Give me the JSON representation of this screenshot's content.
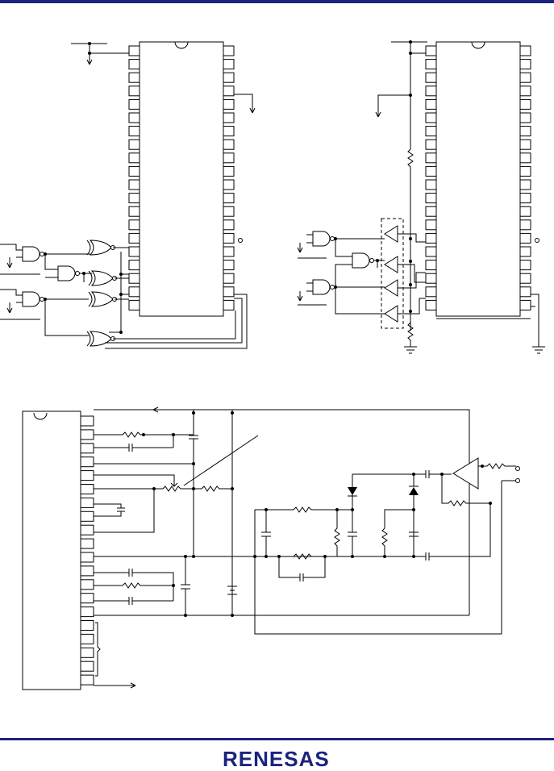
{
  "brand": {
    "logo_text": "RENESAS",
    "bar_color": "#1a237e",
    "logo_color": "#1a237e"
  },
  "figures": [
    {
      "name": "left-counter-circuit"
    },
    {
      "name": "right-counter-circuit"
    },
    {
      "name": "analog-input-circuit"
    }
  ]
}
